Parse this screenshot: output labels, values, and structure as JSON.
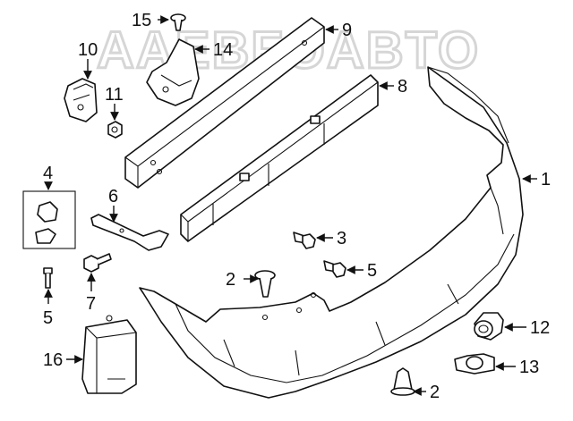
{
  "watermark": "AAEBFOABTO",
  "callouts": [
    {
      "id": "1",
      "label": "1"
    },
    {
      "id": "2a",
      "label": "2"
    },
    {
      "id": "2b",
      "label": "2"
    },
    {
      "id": "3",
      "label": "3"
    },
    {
      "id": "4",
      "label": "4"
    },
    {
      "id": "5a",
      "label": "5"
    },
    {
      "id": "5b",
      "label": "5"
    },
    {
      "id": "6",
      "label": "6"
    },
    {
      "id": "7",
      "label": "7"
    },
    {
      "id": "8",
      "label": "8"
    },
    {
      "id": "9",
      "label": "9"
    },
    {
      "id": "10",
      "label": "10"
    },
    {
      "id": "11",
      "label": "11"
    },
    {
      "id": "12",
      "label": "12"
    },
    {
      "id": "13",
      "label": "13"
    },
    {
      "id": "14",
      "label": "14"
    },
    {
      "id": "15",
      "label": "15"
    },
    {
      "id": "16",
      "label": "16"
    }
  ]
}
